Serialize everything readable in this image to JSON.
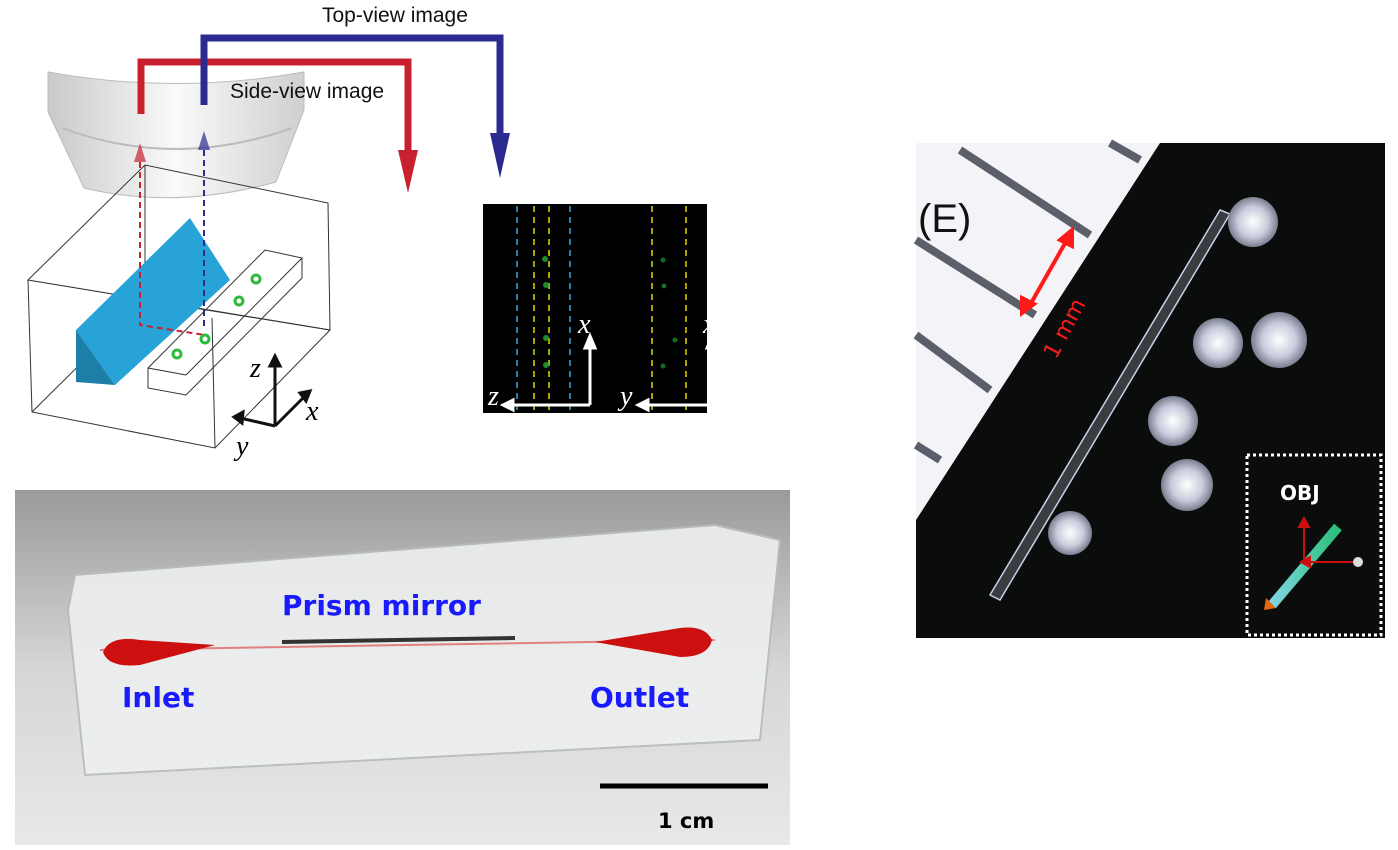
{
  "schematic": {
    "top_view_label": "Top-view image",
    "side_view_label": "Side-view image",
    "axes": {
      "z": "z",
      "x": "x",
      "y": "y"
    },
    "colors": {
      "side_path": "#c8202f",
      "top_path": "#2a2a90",
      "prism": "#27a3d8",
      "particle": "#2dbb3c"
    }
  },
  "captured_images": {
    "side_axes": {
      "vertical": "x",
      "horizontal": "z"
    },
    "top_axes": {
      "vertical": "x",
      "horizontal": "y"
    }
  },
  "device_photo": {
    "prism_label": "Prism mirror",
    "inlet_label": "Inlet",
    "outlet_label": "Outlet",
    "scale_label": "1 cm",
    "label_color": "#1a1aff"
  },
  "micrograph": {
    "panel_label": "(E)",
    "scale_label": "1 mm",
    "inset_label": "OBJ"
  }
}
